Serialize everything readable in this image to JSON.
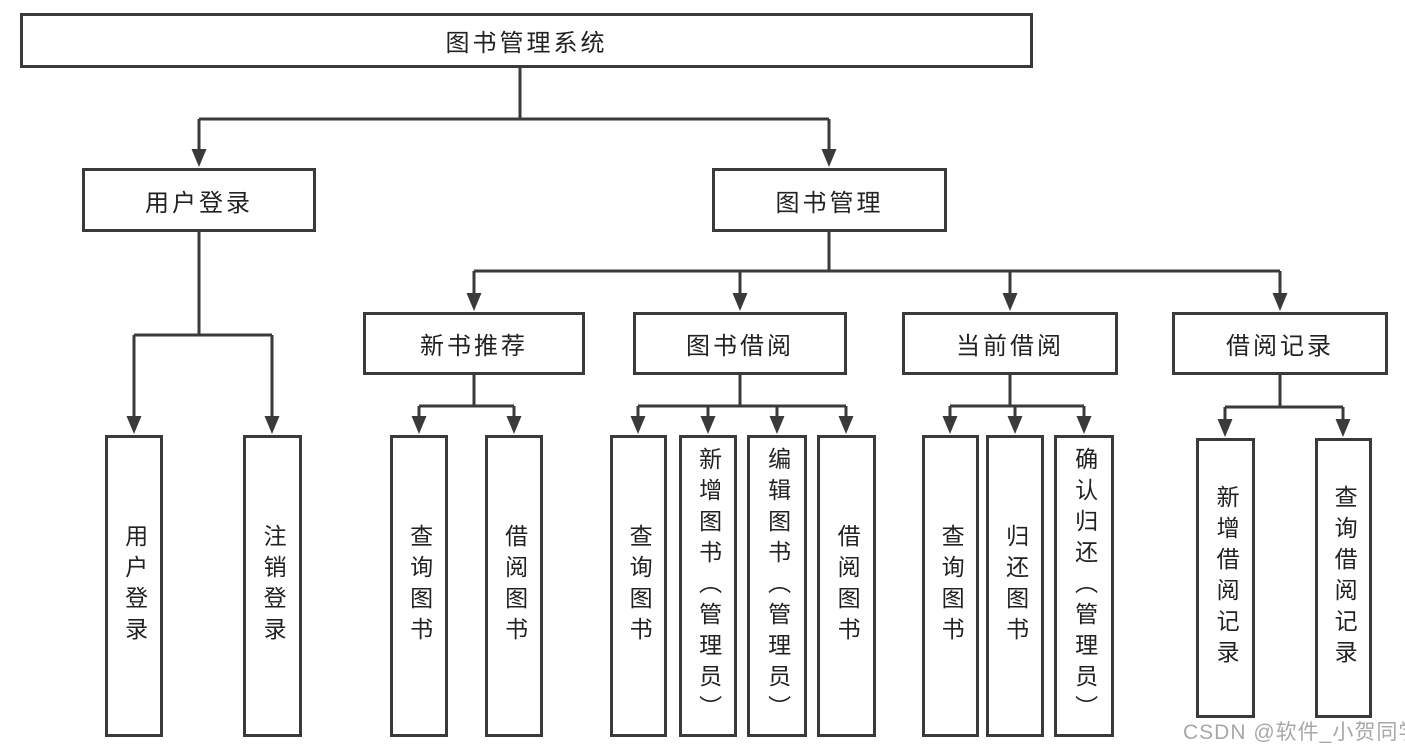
{
  "watermark": {
    "text": "CSDN @软件_小贺同学"
  },
  "colors": {
    "line": "#3a3a3a",
    "box_border": "#3a3a3a",
    "box_background": "#ffffff",
    "text": "#222222",
    "watermark": "#a8a8a8"
  },
  "tree": {
    "root": {
      "label": "图书管理系统",
      "children": [
        {
          "label": "用户登录",
          "children": [
            {
              "label": "用户登录"
            },
            {
              "label": "注销登录"
            }
          ]
        },
        {
          "label": "图书管理",
          "children": [
            {
              "label": "新书推荐",
              "children": [
                {
                  "label": "查询图书"
                },
                {
                  "label": "借阅图书"
                }
              ]
            },
            {
              "label": "图书借阅",
              "children": [
                {
                  "label": "查询图书"
                },
                {
                  "label": "新增图书（管理员）"
                },
                {
                  "label": "编辑图书（管理员）"
                },
                {
                  "label": "借阅图书"
                }
              ]
            },
            {
              "label": "当前借阅",
              "children": [
                {
                  "label": "查询图书"
                },
                {
                  "label": "归还图书"
                },
                {
                  "label": "确认归还（管理员）"
                }
              ]
            },
            {
              "label": "借阅记录",
              "children": [
                {
                  "label": "新增借阅记录"
                },
                {
                  "label": "查询借阅记录"
                }
              ]
            }
          ]
        }
      ]
    }
  }
}
